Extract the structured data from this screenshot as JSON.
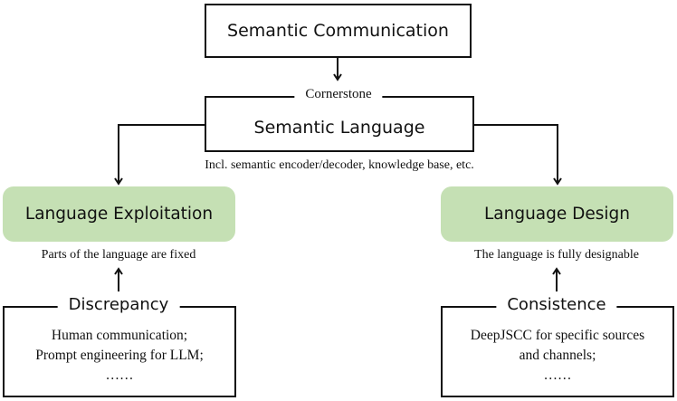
{
  "top": {
    "title": "Semantic Communication"
  },
  "core": {
    "legend": "Cornerstone",
    "title": "Semantic Language",
    "caption": "Incl. semantic encoder/decoder, knowledge base, etc."
  },
  "left": {
    "title": "Language Exploitation",
    "caption": "Parts of the language are fixed",
    "box_legend": "Discrepancy",
    "lines": [
      "Human communication;",
      "Prompt engineering for LLM;",
      "……"
    ]
  },
  "right": {
    "title": "Language Design",
    "caption": "The language is fully designable",
    "box_legend": "Consistence",
    "lines": [
      "DeepJSCC for specific sources",
      "and channels;",
      "……"
    ]
  },
  "colors": {
    "green": "#c5e0b4",
    "line": "#111111"
  }
}
